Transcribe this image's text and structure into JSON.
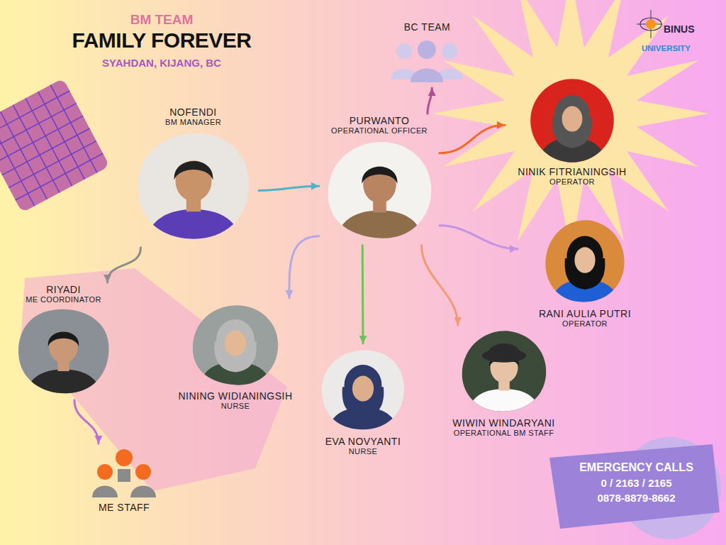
{
  "diagram": {
    "title": "FAMILY FOREVER",
    "nodes": [
      {
        "text": [
          "NOFENDI",
          "BM MANAGER"
        ]
      },
      {
        "text": [
          "PURWANTO",
          "OPERATIONAL OFFICER"
        ]
      },
      {
        "text": [
          "BC TEAM"
        ]
      },
      {
        "text": [
          "NINIK FITRIANINGSIH",
          "OPERATOR"
        ]
      },
      {
        "text": [
          "RANI AULIA PUTRI",
          "OPERATOR"
        ]
      },
      {
        "text": [
          "RIYADI",
          "ME COORDINATOR"
        ]
      },
      {
        "text": [
          "NINING WIDIANINGSIH",
          "NURSE"
        ]
      },
      {
        "text": [
          "EVA NOVYANTI",
          "NURSE"
        ]
      },
      {
        "text": [
          "WIWIN WINDARYANI",
          "OPERATIONAL BM STAFF"
        ]
      },
      {
        "text": [
          "ME STAFF"
        ]
      }
    ],
    "edges": [
      {
        "from": 0,
        "to": 1,
        "arrow": "to"
      },
      {
        "from": 0,
        "to": 5,
        "arrow": "to"
      },
      {
        "from": 1,
        "to": 2,
        "arrow": "to"
      },
      {
        "from": 1,
        "to": 3,
        "arrow": "to"
      },
      {
        "from": 1,
        "to": 4,
        "arrow": "to"
      },
      {
        "from": 1,
        "to": 6,
        "arrow": "to"
      },
      {
        "from": 1,
        "to": 7,
        "arrow": "to"
      },
      {
        "from": 1,
        "to": 8,
        "arrow": "to"
      },
      {
        "from": 5,
        "to": 9,
        "arrow": "to"
      }
    ],
    "labels": [
      "BM TEAM",
      "SYAHDAN, KIJANG, BC",
      "BINUS",
      "UNIVERSITY",
      "EMERGENCY CALLS",
      "0 / 2163 / 2165",
      "0878-8879-8662"
    ]
  }
}
